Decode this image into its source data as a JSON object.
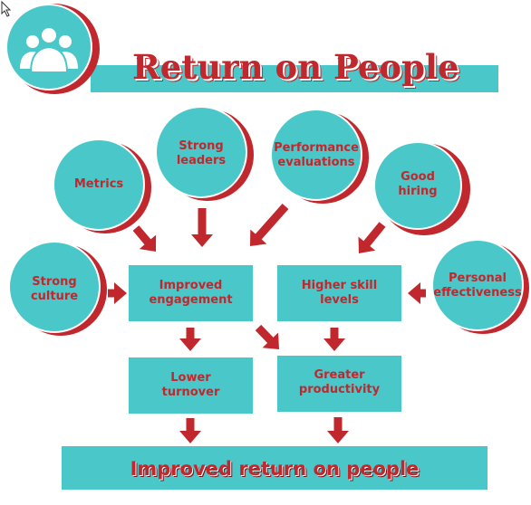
{
  "title": "Return on People",
  "colors": {
    "teal": "#4ac7c9",
    "red": "#c0282d",
    "white": "#ffffff"
  },
  "icons": {
    "header": "people-group-icon",
    "cursor": "mouse-pointer-icon"
  },
  "nodes": {
    "metrics": "Metrics",
    "strong_leaders": "Strong\nleaders",
    "performance_evaluations": "Performance\nevaluations",
    "good_hiring": "Good\nhiring",
    "strong_culture": "Strong\nculture",
    "personal_effectiveness": "Personal\neffectiveness",
    "improved_engagement": "Improved\nengagement",
    "higher_skill_levels": "Higher skill\nlevels",
    "lower_turnover": "Lower\nturnover",
    "greater_productivity": "Greater\nproductivity"
  },
  "result": "Improved return on people"
}
